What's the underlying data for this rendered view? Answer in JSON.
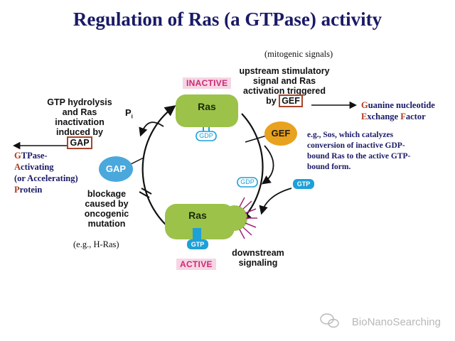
{
  "title": "Regulation of Ras (a GTPase) activity",
  "states": {
    "inactive": "INACTIVE",
    "active": "ACTIVE"
  },
  "proteins": {
    "ras_top": "Ras",
    "ras_bottom": "Ras",
    "gdp_top": "GDP",
    "gtp_bottom": "GTP",
    "gef": "GEF",
    "gap": "GAP",
    "free_gdp": "GDP",
    "free_gtp": "GTP",
    "pi_main": "P",
    "pi_sub": "i"
  },
  "labels": {
    "mitogenic": "(mitogenic signals)",
    "upstream_line1": "upstream stimulatory",
    "upstream_line2": "signal and Ras",
    "upstream_line3": "activation triggered",
    "upstream_line4_prefix": "by",
    "upstream_box": "GEF",
    "hydrolysis_line1": "GTP hydrolysis",
    "hydrolysis_line2": "and Ras",
    "hydrolysis_line3": "inactivation",
    "hydrolysis_line4": "induced by",
    "hydrolysis_box": "GAP",
    "blockage_line1": "blockage",
    "blockage_line2": "caused by",
    "blockage_line3": "oncogenic",
    "blockage_line4": "mutation",
    "example": "(e.g., H-Ras)",
    "downstream_line1": "downstream",
    "downstream_line2": "signaling",
    "gef_note_line1": "e.g., Sos, which catalyzes",
    "gef_note_line2": "conversion of inactive GDP-",
    "gef_note_line3": "bound Ras to the active GTP-",
    "gef_note_line4": "bound form."
  },
  "definitions": {
    "gef": {
      "line1_initial": "G",
      "line1_rest": "uanine nucleotide",
      "line2_initial1": "E",
      "line2_rest1": "xchange ",
      "line2_initial2": "F",
      "line2_rest2": "actor"
    },
    "gap": {
      "line1_initial": "G",
      "line1_rest": "TPase-",
      "line2_initial": "A",
      "line2_rest": "ctivating",
      "line3": "(or Accelerating)",
      "line4_initial": "P",
      "line4_rest": "rotein"
    }
  },
  "watermark": "BioNanoSearching",
  "colors": {
    "title": "#1a1a66",
    "ras_green": "#9cc24a",
    "gef_orange": "#e8a21e",
    "gap_blue": "#4aa8dc",
    "nucleotide_blue": "#1ea0d8",
    "tag_pink": "#cc2b74",
    "tag_bg": "#f6d6e4",
    "box_red": "#a8442a",
    "burst_purple": "#a0247a"
  },
  "icons": {
    "watermark": "wechat-icon"
  }
}
